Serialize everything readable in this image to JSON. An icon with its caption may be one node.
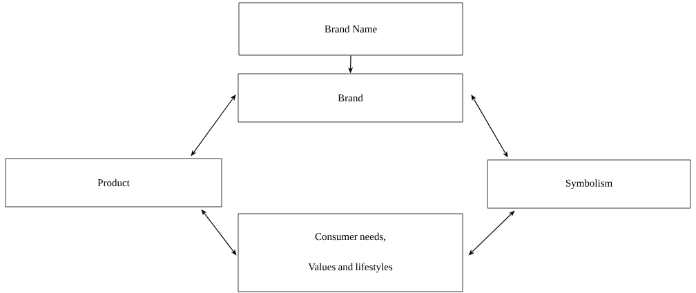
{
  "diagram": {
    "nodes": [
      {
        "text": [
          "Brand Name"
        ]
      },
      {
        "text": [
          "Brand"
        ]
      },
      {
        "text": [
          "Product"
        ]
      },
      {
        "text": [
          "Symbolism"
        ]
      },
      {
        "text": [
          "Consumer needs, Values and lifestyles"
        ]
      }
    ],
    "edges": [
      {
        "from": 0,
        "to": 1,
        "arrow": "to"
      },
      {
        "from": 1,
        "to": 2,
        "arrow": "both"
      },
      {
        "from": 1,
        "to": 3,
        "arrow": "both"
      },
      {
        "from": 2,
        "to": 4,
        "arrow": "both"
      },
      {
        "from": 3,
        "to": 4,
        "arrow": "both"
      }
    ]
  }
}
